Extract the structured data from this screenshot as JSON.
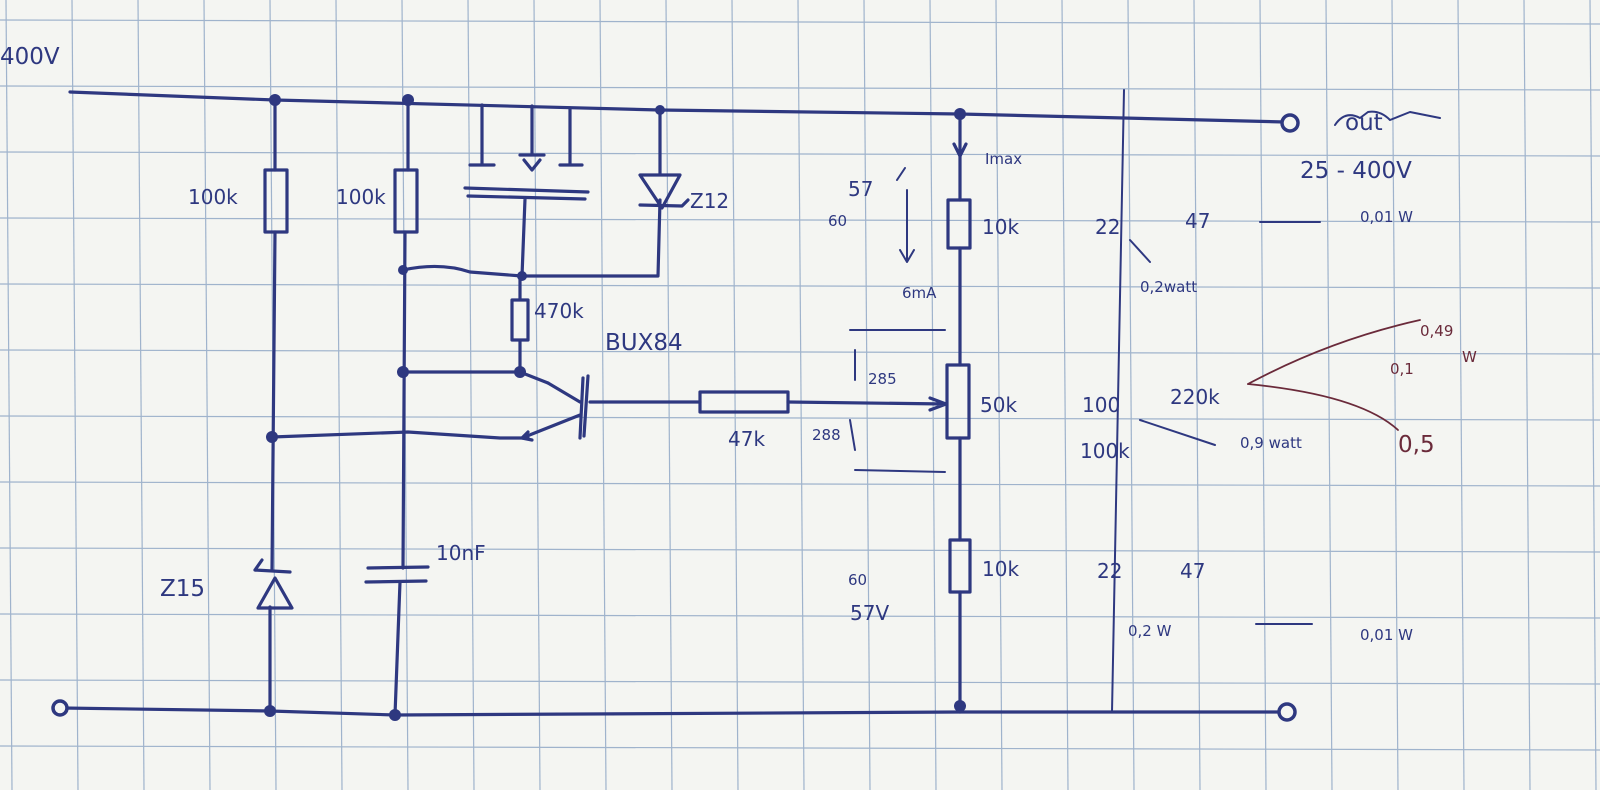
{
  "labels": {
    "input_voltage": "400V",
    "output": "out",
    "output_range": "25 - 400V",
    "r1": "100k",
    "r2": "100k",
    "r3": "470k",
    "transistor": "BUX84",
    "zener_top": "Z12",
    "zener_bottom": "Z15",
    "cap": "10nF",
    "r_base": "47k",
    "imax": "Imax",
    "r_top": "10k",
    "pot": "50k",
    "r_bottom": "10k",
    "current": "6mA",
    "v_top_new": "57",
    "v_top_old": "60",
    "v_bot_old": "60",
    "v_bot_new": "57V",
    "v_pot_top": "285",
    "v_pot_bot": "288",
    "calc_top_a": "22",
    "calc_top_b": "47",
    "calc_top_w": "0,2watt",
    "calc_top_w2": "0,01 W",
    "calc_mid_a": "100",
    "calc_mid_b": "220k",
    "calc_mid_c": "100k",
    "calc_mid_w": "0,9 watt",
    "calc_mid_d": "0,49",
    "calc_mid_e": "W",
    "calc_mid_f": "0,1",
    "calc_mid_g": "0,5",
    "calc_bot_a": "22",
    "calc_bot_b": "47",
    "calc_bot_w": "0,2 W",
    "calc_bot_w2": "0,01 W"
  },
  "colors": {
    "ink": "#2e3880",
    "red_ink": "#6a2a3a",
    "grid": "#9fb3cc",
    "paper": "#f4f5f2"
  }
}
